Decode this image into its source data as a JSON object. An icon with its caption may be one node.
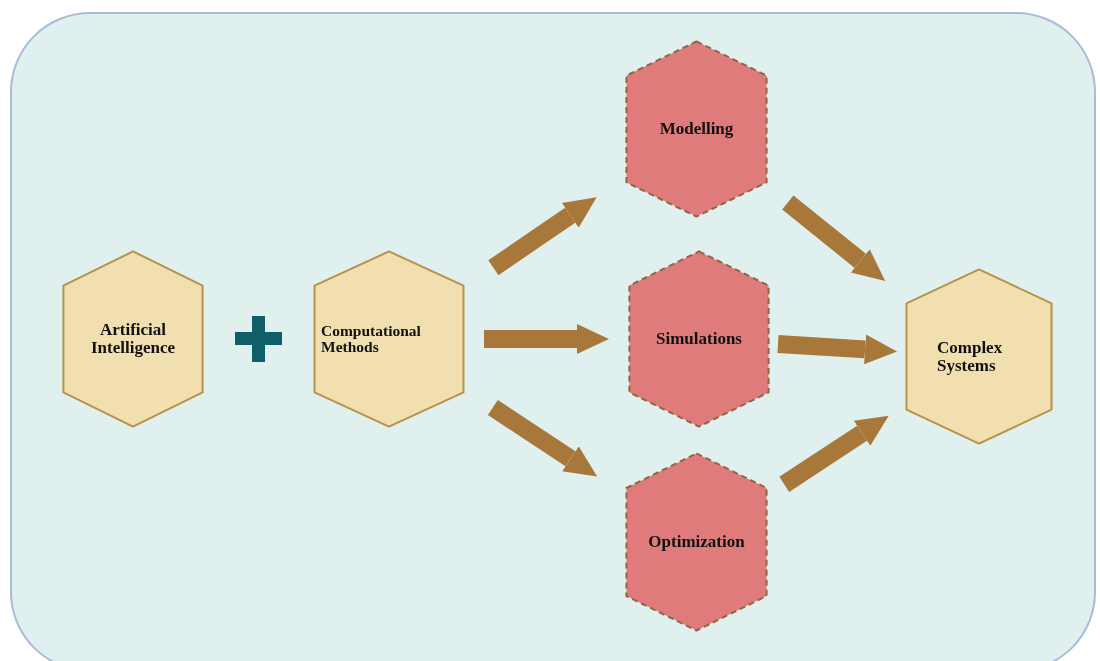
{
  "diagram": {
    "nodes": [
      {
        "text": [
          "Artificial Intelligence"
        ]
      },
      {
        "text": [
          "Computational Methods"
        ]
      },
      {
        "text": [
          "Modelling"
        ]
      },
      {
        "text": [
          "Simulations"
        ]
      },
      {
        "text": [
          "Optimization"
        ]
      },
      {
        "text": [
          "Complex Systems"
        ]
      }
    ],
    "edges": [
      {
        "from": 1,
        "to": 2,
        "arrow": "to"
      },
      {
        "from": 1,
        "to": 3,
        "arrow": "to"
      },
      {
        "from": 1,
        "to": 4,
        "arrow": "to"
      },
      {
        "from": 2,
        "to": 5,
        "arrow": "to"
      },
      {
        "from": 3,
        "to": 5,
        "arrow": "to"
      },
      {
        "from": 4,
        "to": 5,
        "arrow": "to"
      }
    ]
  }
}
